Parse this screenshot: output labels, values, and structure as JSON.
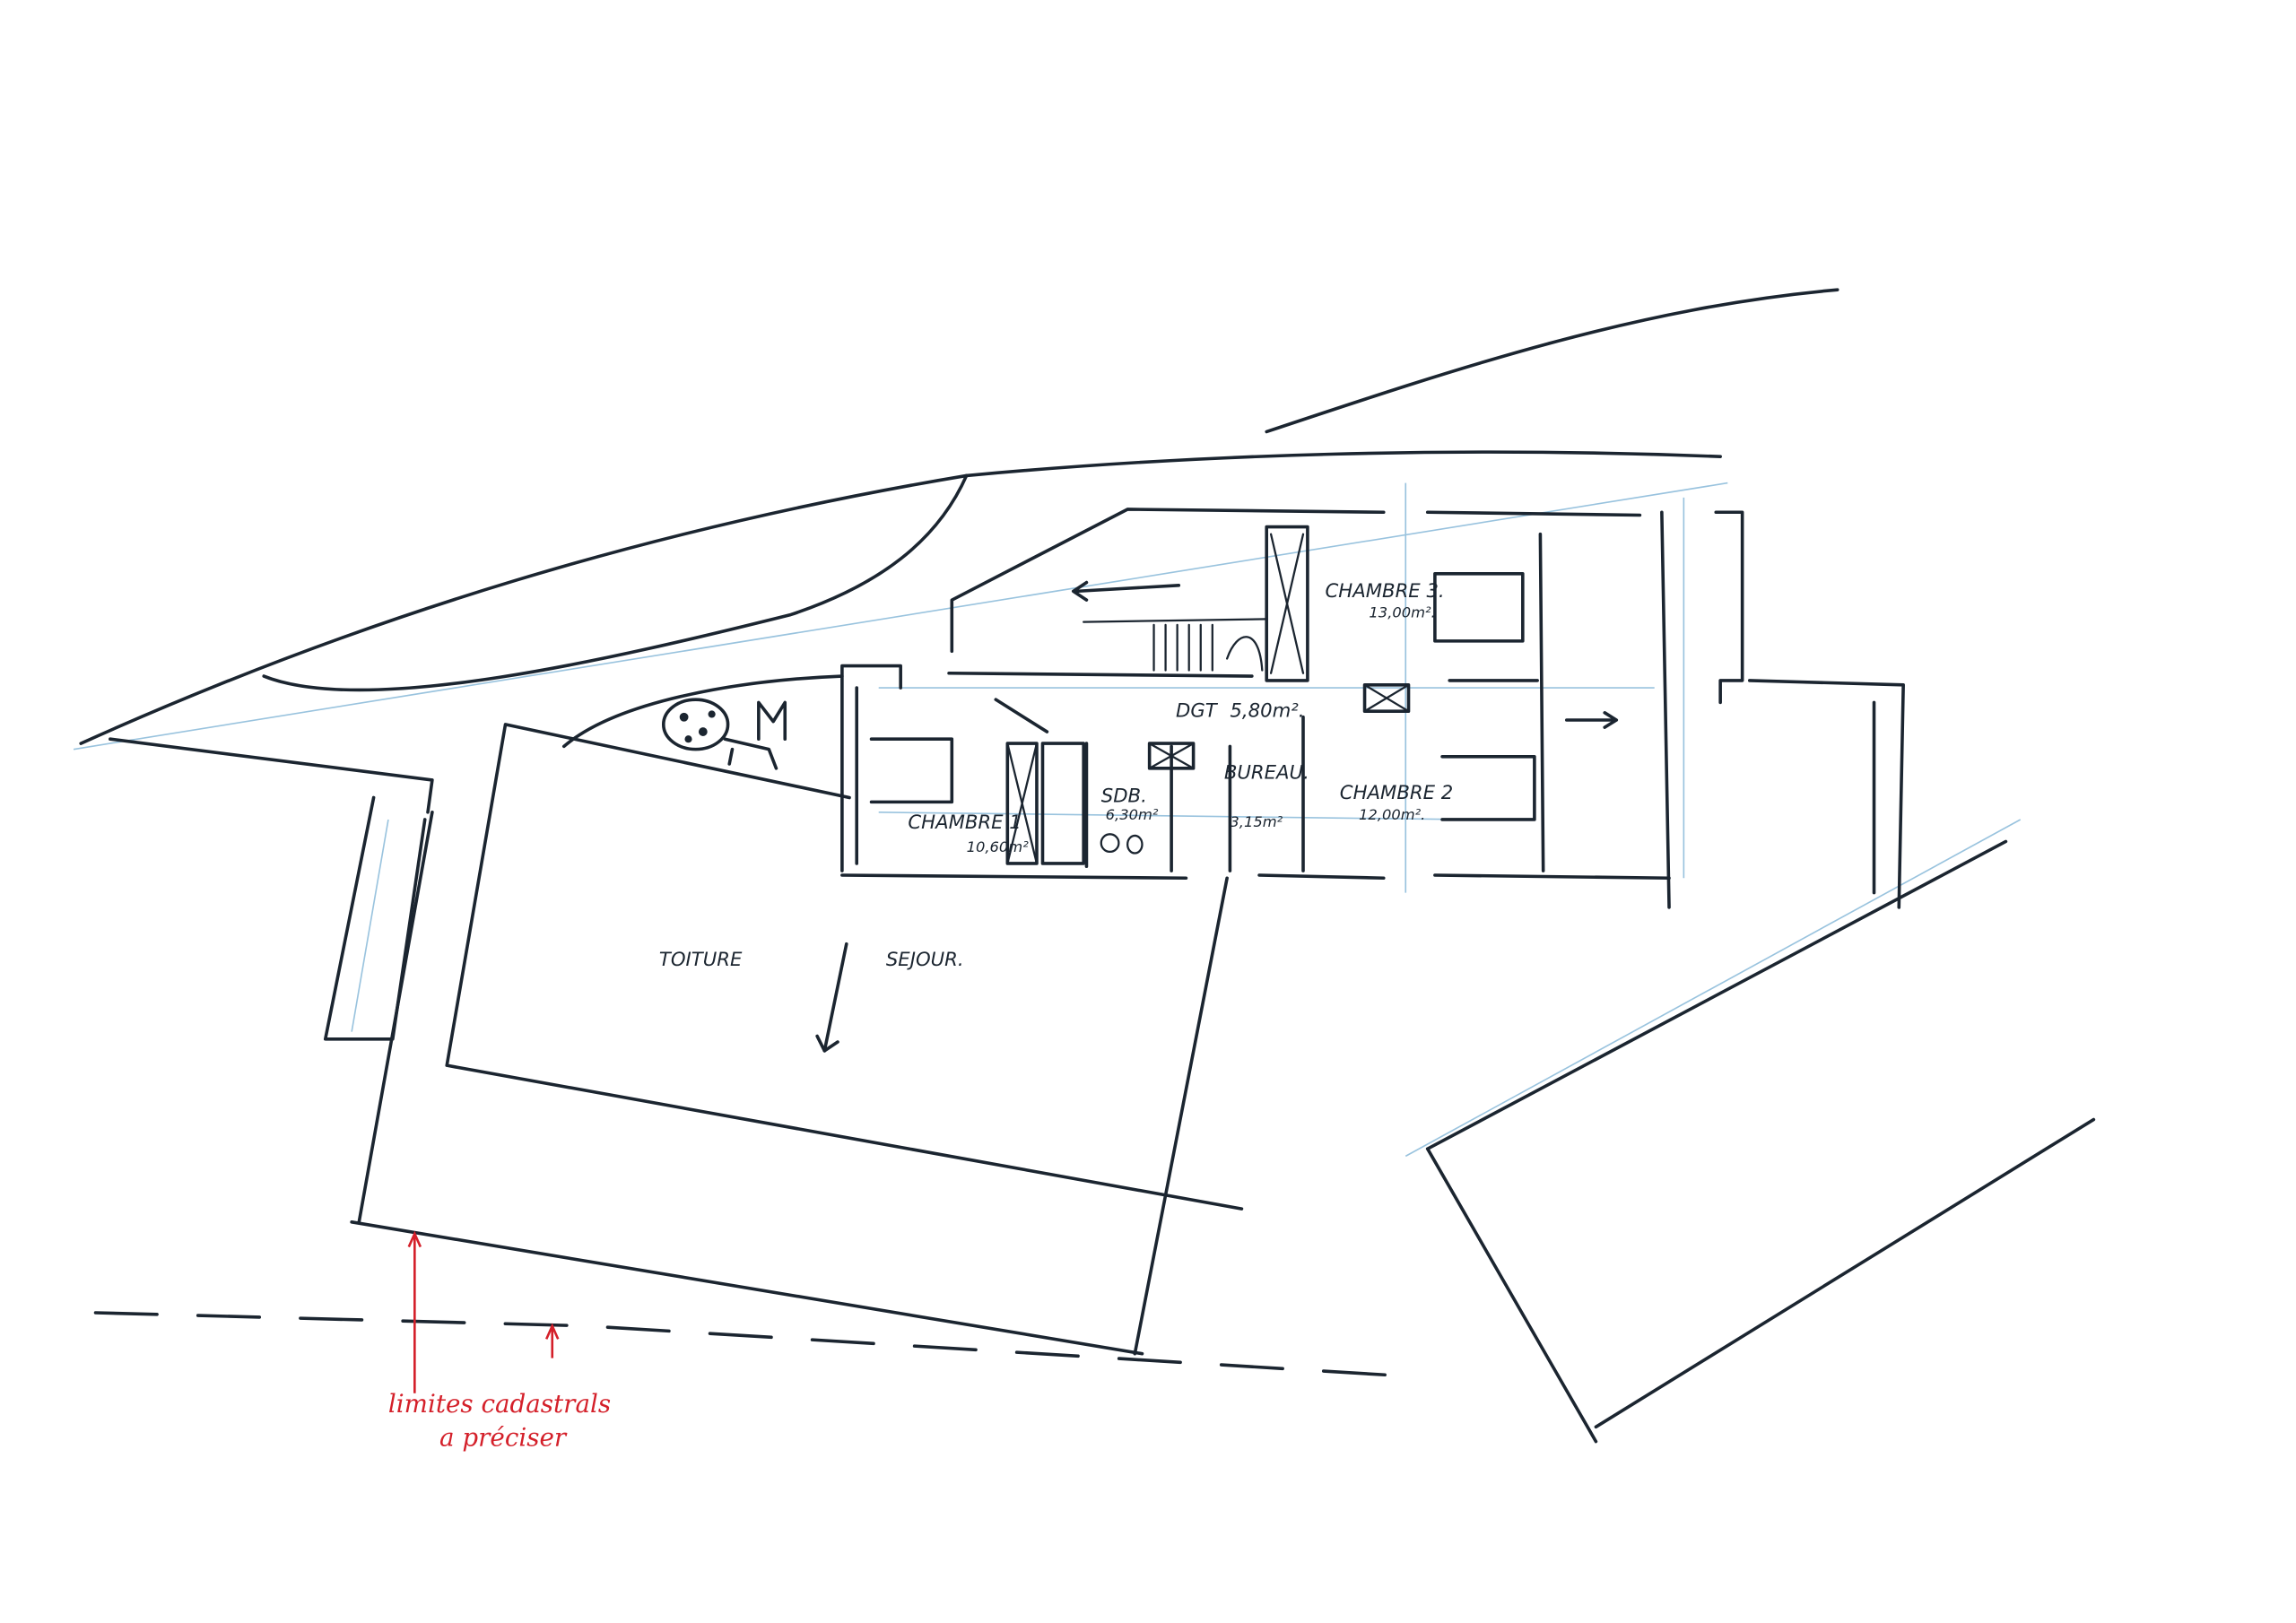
{
  "drawing": {
    "rooms": {
      "chambre3": {
        "name": "CHAMBRE 3.",
        "area": "13,00m²."
      },
      "dgt": {
        "name": "DGT",
        "area": "5,80m²."
      },
      "bureau": {
        "name": "BUREAU.",
        "area": "3,15m²"
      },
      "sdb": {
        "name": "SDB.",
        "area": "6,30m²"
      },
      "chambre2": {
        "name": "CHAMBRE 2",
        "area": "12,00m²."
      },
      "chambre1": {
        "name": "CHAMBRE 1",
        "area": "10,60m²"
      }
    },
    "toiture": "TOITURE",
    "sejour": "SEJOUR.",
    "annotation": {
      "line1": "limites cadastrals",
      "line2": "a préciser"
    },
    "colors": {
      "ink": "#1b2530",
      "guide": "#7fb4d6",
      "annotation": "#d4202a"
    }
  }
}
